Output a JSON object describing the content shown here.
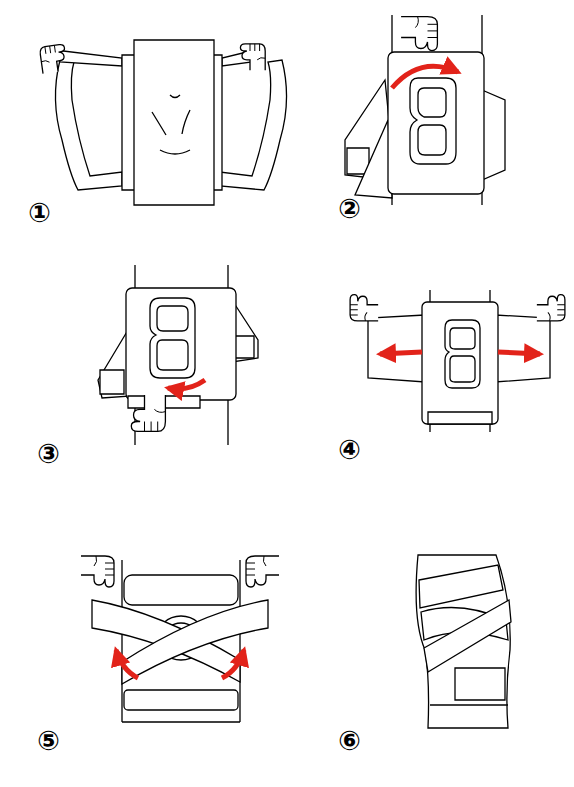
{
  "diagram": {
    "labels": [
      "①",
      "②",
      "③",
      "④",
      "⑤",
      "⑥"
    ]
  }
}
